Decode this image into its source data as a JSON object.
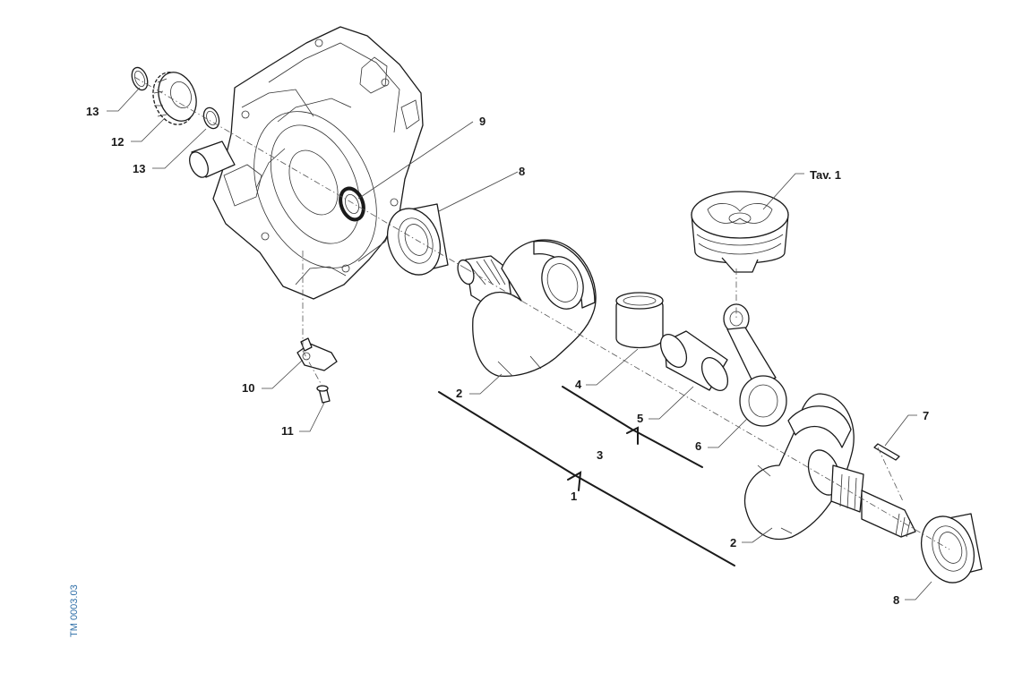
{
  "callouts": {
    "c13a": "13",
    "c12": "12",
    "c13b": "13",
    "c9": "9",
    "c8a": "8",
    "tav": "Tav. 1",
    "c10": "10",
    "c11": "11",
    "c2a": "2",
    "c4": "4",
    "c5": "5",
    "c3": "3",
    "c6": "6",
    "c1": "1",
    "c7": "7",
    "c2b": "2",
    "c8b": "8"
  },
  "figure_code": "TM 0003.03",
  "colors": {
    "figure_code": "#2f6fa8",
    "line": "#1a1a1a"
  }
}
